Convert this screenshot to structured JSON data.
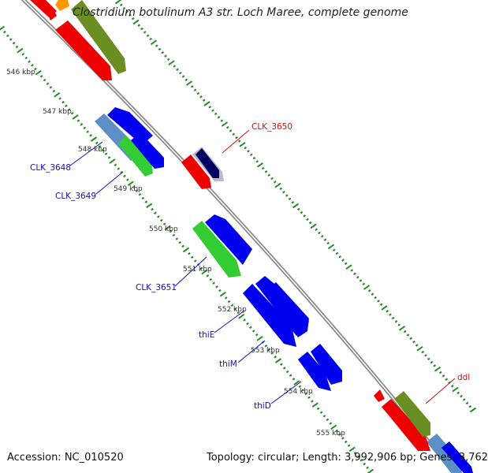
{
  "title": "Clostridium botulinum A3 str. Loch Maree, complete genome",
  "footer": {
    "accession": "Accession: NC_010520",
    "summary": "Topology: circular; Length: 3,992,906 bp; Genes: 3,762"
  },
  "colors": {
    "backbone": "#8a8a8a",
    "tick": "#2b8a2b",
    "forward_label": "#1010c0",
    "reverse_label": "#d01010",
    "red": "#ee0000",
    "blue": "#0000ee",
    "olive": "#6b8e23",
    "green": "#33cc33",
    "steelblue": "#5b8fc6",
    "navy": "#000060",
    "orange": "#ff9900",
    "silver": "#b8b8c8"
  },
  "kbp_labels": [
    "546 kbp",
    "547 kbp",
    "548 kbp",
    "549 kbp",
    "550 kbp",
    "551 kbp",
    "552 kbp",
    "553 kbp",
    "554 kbp",
    "555 kbp"
  ],
  "gene_labels": [
    "CLK_3648",
    "CLK_3649",
    "CLK_3650",
    "CLK_3651",
    "thiE",
    "thiM",
    "thiD",
    "ddl"
  ]
}
